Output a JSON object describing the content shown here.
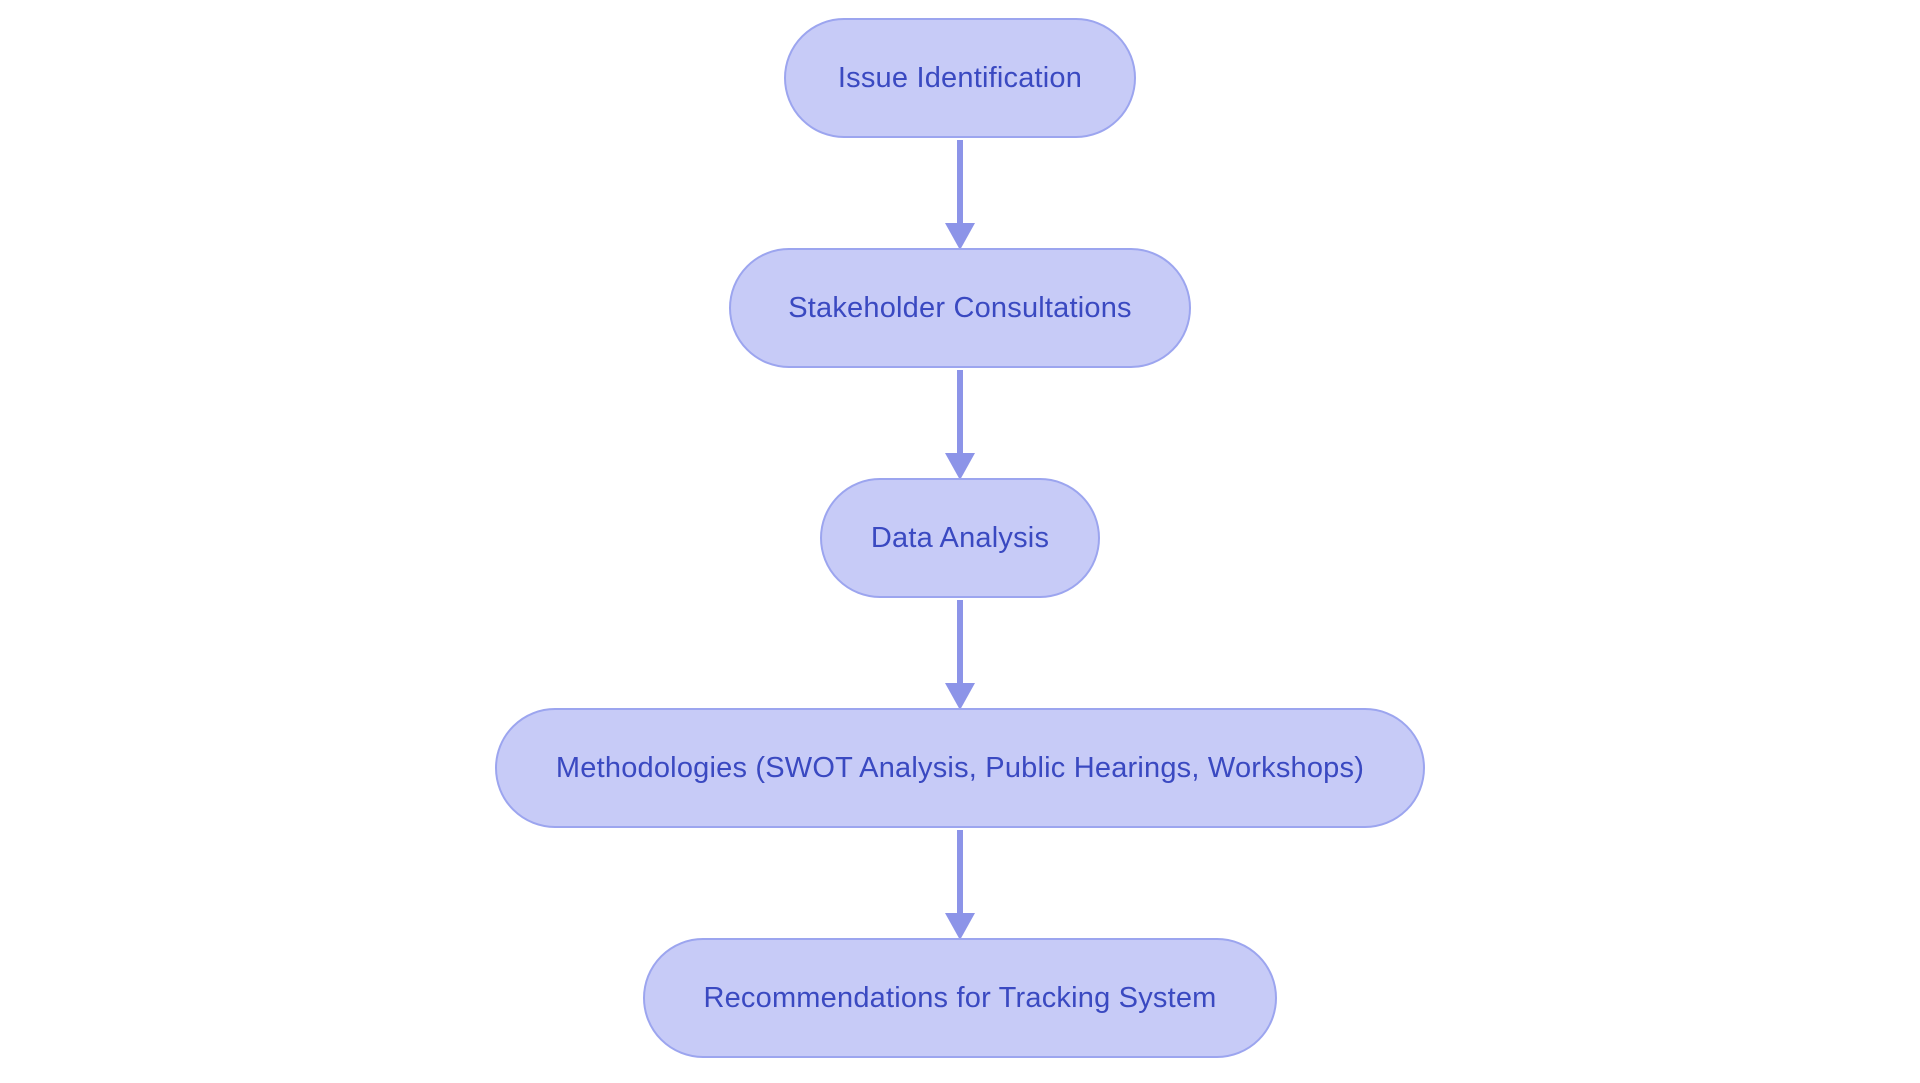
{
  "diagram": {
    "type": "flowchart",
    "direction": "top-to-bottom",
    "nodes": [
      {
        "id": "issue-identification",
        "label": "Issue Identification"
      },
      {
        "id": "stakeholder-consultations",
        "label": "Stakeholder Consultations"
      },
      {
        "id": "data-analysis",
        "label": "Data Analysis"
      },
      {
        "id": "methodologies",
        "label": "Methodologies (SWOT Analysis, Public Hearings, Workshops)"
      },
      {
        "id": "recommendations",
        "label": "Recommendations for Tracking System"
      }
    ],
    "edges": [
      {
        "from": "issue-identification",
        "to": "stakeholder-consultations"
      },
      {
        "from": "stakeholder-consultations",
        "to": "data-analysis"
      },
      {
        "from": "data-analysis",
        "to": "methodologies"
      },
      {
        "from": "methodologies",
        "to": "recommendations"
      }
    ]
  },
  "colors": {
    "background": "#ffffff",
    "node_fill": "#c7cbf7",
    "node_border": "#9ca5ef",
    "node_text": "#3a49c1",
    "arrow": "#8c94e8"
  }
}
